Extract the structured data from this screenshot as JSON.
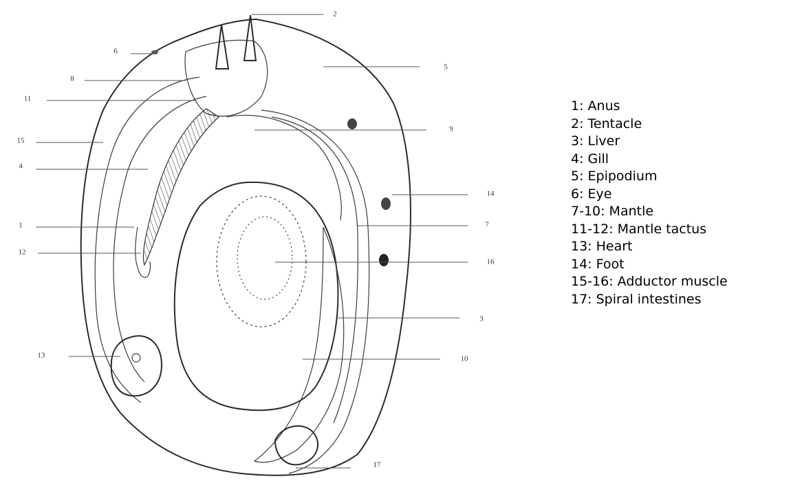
{
  "callouts": [
    {
      "id": "2",
      "text": "2"
    },
    {
      "id": "6",
      "text": "6"
    },
    {
      "id": "8",
      "text": "8"
    },
    {
      "id": "5",
      "text": "5"
    },
    {
      "id": "11",
      "text": "11"
    },
    {
      "id": "9",
      "text": "9"
    },
    {
      "id": "15",
      "text": "15"
    },
    {
      "id": "4",
      "text": "4"
    },
    {
      "id": "14",
      "text": "14"
    },
    {
      "id": "1",
      "text": "1"
    },
    {
      "id": "7",
      "text": "7"
    },
    {
      "id": "12",
      "text": "12"
    },
    {
      "id": "16",
      "text": "16"
    },
    {
      "id": "3",
      "text": "3"
    },
    {
      "id": "13",
      "text": "13"
    },
    {
      "id": "10",
      "text": "10"
    },
    {
      "id": "17",
      "text": "17"
    }
  ],
  "legend": [
    "1: Anus",
    "2: Tentacle",
    "3: Liver",
    "4: Gill",
    "5: Epipodium",
    "6: Eye",
    "7-10: Mantle",
    "11-12: Mantle tactus",
    "13: Heart",
    "14: Foot",
    "15-16: Adductor muscle",
    "17: Spiral intestines"
  ]
}
